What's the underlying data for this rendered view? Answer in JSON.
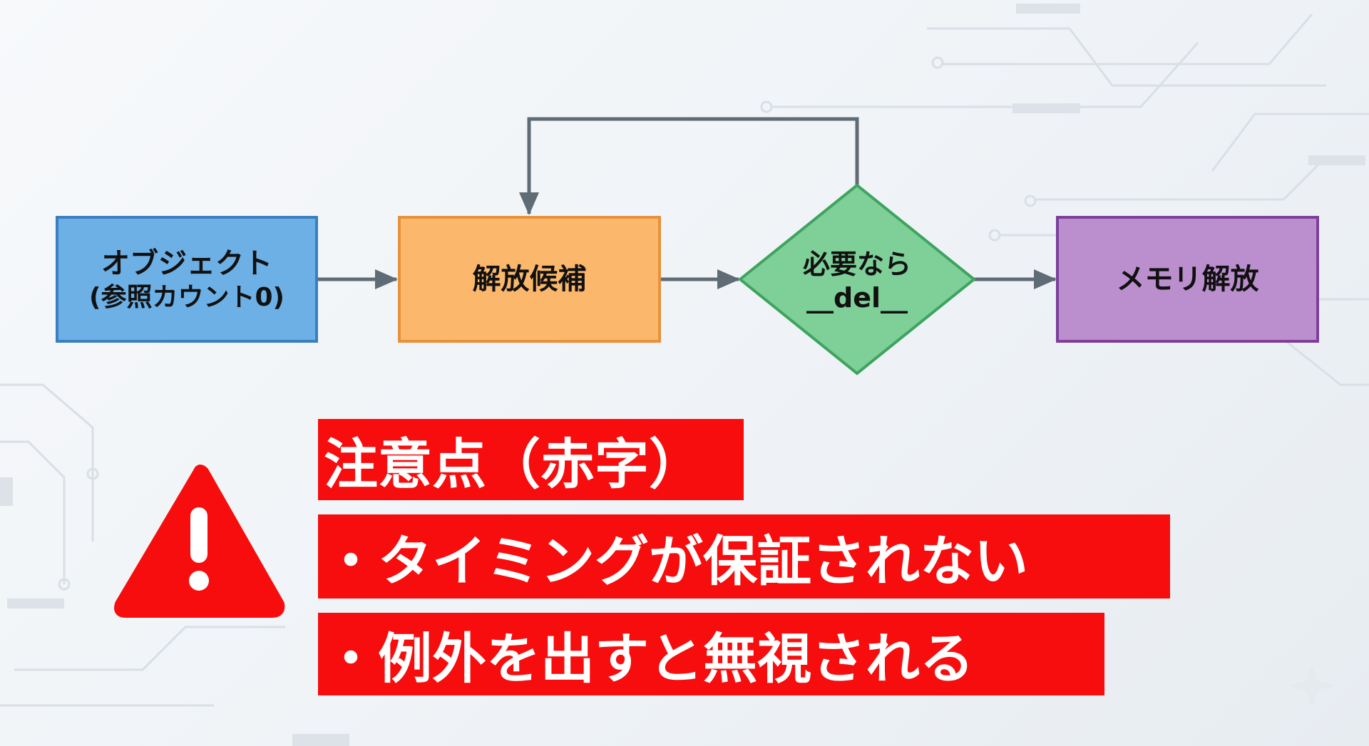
{
  "flowchart": {
    "nodes": [
      {
        "id": "object",
        "line1": "オブジェクト",
        "line2": "(参照カウント0)",
        "color": "#6cb0e6",
        "border": "#3a7fc0"
      },
      {
        "id": "candidate",
        "label": "解放候補",
        "color": "#fbb86c",
        "border": "#e8913a"
      },
      {
        "id": "del",
        "line1": "必要なら",
        "line2": "__del__",
        "color": "#7fcf98",
        "border": "#3da45f"
      },
      {
        "id": "free",
        "label": "メモリ解放",
        "color": "#bb8fce",
        "border": "#7d3f9a"
      }
    ],
    "edge_color": "#5f6b75"
  },
  "warning": {
    "icon": "warning-triangle-icon",
    "color": "#f70d0d",
    "title": "注意点（赤字）",
    "points": [
      "・タイミングが保証されない",
      "・例外を出すと無視される"
    ]
  }
}
